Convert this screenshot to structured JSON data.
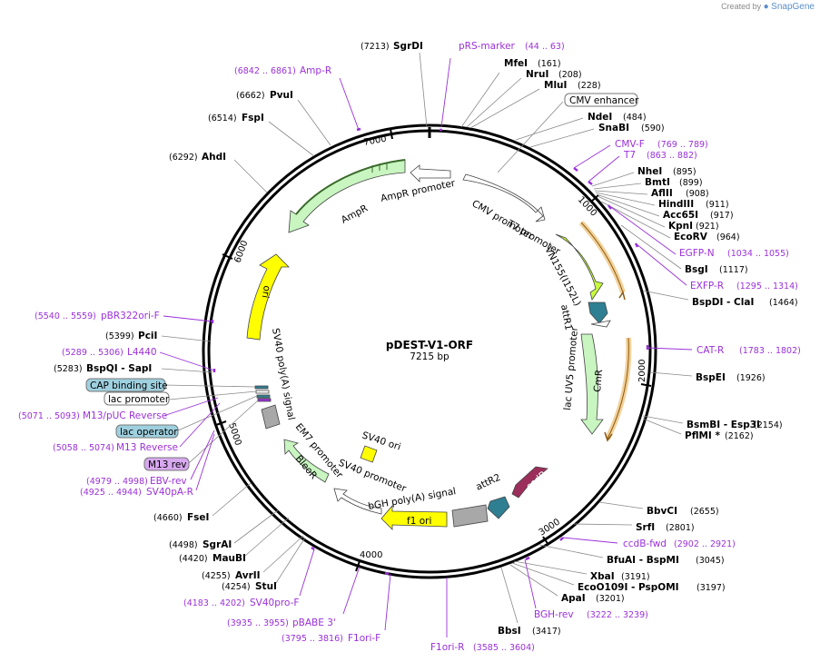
{
  "brand": {
    "prefix": "Created by",
    "name": "SnapGene"
  },
  "plasmid": {
    "name": "pDEST-V1-ORF",
    "size": "7215 bp"
  },
  "ticks": [
    "1000",
    "2000",
    "3000",
    "4000",
    "5000",
    "6000",
    "7000"
  ],
  "enzymes_right": [
    {
      "name": "MfeI",
      "coord": "(161)"
    },
    {
      "name": "NruI",
      "coord": "(208)"
    },
    {
      "name": "MluI",
      "coord": "(228)"
    },
    {
      "name": "NdeI",
      "coord": "(484)"
    },
    {
      "name": "SnaBI",
      "coord": "(590)"
    },
    {
      "name": "NheI",
      "coord": "(895)"
    },
    {
      "name": "BmtI",
      "coord": "(899)"
    },
    {
      "name": "AflII",
      "coord": "(908)"
    },
    {
      "name": "HindIII",
      "coord": "(911)"
    },
    {
      "name": "Acc65I",
      "coord": "(917)"
    },
    {
      "name": "KpnI",
      "coord": "(921)"
    },
    {
      "name": "EcoRV",
      "coord": "(964)"
    },
    {
      "name": "BsgI",
      "coord": "(1117)"
    },
    {
      "name": "BspDI - ClaI",
      "coord": "(1464)"
    },
    {
      "name": "BspEI",
      "coord": "(1926)"
    },
    {
      "name": "BsmBI - Esp3I",
      "coord": "(2154)"
    },
    {
      "name": "PflMI *",
      "coord": "(2162)"
    },
    {
      "name": "BbvCI",
      "coord": "(2655)"
    },
    {
      "name": "SrfI",
      "coord": "(2801)"
    },
    {
      "name": "BfuAI - BspMI",
      "coord": "(3045)"
    },
    {
      "name": "XbaI",
      "coord": "(3191)"
    },
    {
      "name": "EcoO109I - PspOMI",
      "coord": "(3197)"
    },
    {
      "name": "ApaI",
      "coord": "(3201)"
    },
    {
      "name": "BbsI",
      "coord": "(3417)"
    }
  ],
  "enzymes_left": [
    {
      "name": "SgrDI",
      "coord": "(7213)"
    },
    {
      "name": "PvuI",
      "coord": "(6662)"
    },
    {
      "name": "FspI",
      "coord": "(6514)"
    },
    {
      "name": "AhdI",
      "coord": "(6292)"
    },
    {
      "name": "PciI",
      "coord": "(5399)"
    },
    {
      "name": "BspQI - SapI",
      "coord": "(5283)"
    },
    {
      "name": "FseI",
      "coord": "(4660)"
    },
    {
      "name": "SgrAI",
      "coord": "(4498)"
    },
    {
      "name": "MauBI",
      "coord": "(4420)"
    },
    {
      "name": "AvrII",
      "coord": "(4255)"
    },
    {
      "name": "StuI",
      "coord": "(4254)"
    }
  ],
  "primers": [
    {
      "name": "pRS-marker",
      "coord": "(44 .. 63)"
    },
    {
      "name": "CMV-F",
      "coord": "(769 .. 789)"
    },
    {
      "name": "T7",
      "coord": "(863 .. 882)"
    },
    {
      "name": "EGFP-N",
      "coord": "(1034 .. 1055)"
    },
    {
      "name": "EXFP-R",
      "coord": "(1295 .. 1314)"
    },
    {
      "name": "CAT-R",
      "coord": "(1783 .. 1802)"
    },
    {
      "name": "ccdB-fwd",
      "coord": "(2902 .. 2921)"
    },
    {
      "name": "BGH-rev",
      "coord": "(3222 .. 3239)"
    },
    {
      "name": "F1ori-R",
      "coord": "(3585 .. 3604)"
    },
    {
      "name": "F1ori-F",
      "coord": "(3795 .. 3816)"
    },
    {
      "name": "pBABE 3'",
      "coord": "(3935 .. 3955)"
    },
    {
      "name": "SV40pro-F",
      "coord": "(4183 .. 4202)"
    },
    {
      "name": "SV40pA-R",
      "coord": "(4925 .. 4944)"
    },
    {
      "name": "EBV-rev",
      "coord": "(4979 .. 4998)"
    },
    {
      "name": "M13 Reverse",
      "coord": "(5058 .. 5074)"
    },
    {
      "name": "M13/pUC Reverse",
      "coord": "(5071 .. 5093)"
    },
    {
      "name": "L4440",
      "coord": "(5289 .. 5306)"
    },
    {
      "name": "pBR322ori-F",
      "coord": "(5540 .. 5559)"
    },
    {
      "name": "Amp-R",
      "coord": "(6842 .. 6861)"
    }
  ],
  "boxed_labels": [
    {
      "name": "CMV enhancer"
    },
    {
      "name": "CAP binding site"
    },
    {
      "name": "lac promoter"
    },
    {
      "name": "lac operator"
    },
    {
      "name": "M13 rev"
    }
  ],
  "features": [
    "CMV promoter",
    "T7 promoter",
    "VN155(I152L)",
    "attR1",
    "lac UV5 promoter",
    "CmR",
    "ccdB",
    "attR2",
    "bGH poly(A) signal",
    "f1 ori",
    "SV40 promoter",
    "SV40 ori",
    "EM7 promoter",
    "BleoR",
    "SV40 poly(A) signal",
    "ori",
    "AmpR",
    "AmpR promoter"
  ],
  "colors": {
    "primer": "#9b30d9",
    "ampr": "#c8f5c0",
    "ampr_edge": "#4a7a3a",
    "ori": "#ffff00",
    "vn155": "#c8ff3c",
    "attr": "#2f7f93",
    "cmr": "#c8f5c0",
    "ccdb": "#9c2e5c",
    "orange": "#e39a1e",
    "gray": "#a8a8a8",
    "cap": "#9fd0df",
    "mrev": "#d8a8f0"
  }
}
